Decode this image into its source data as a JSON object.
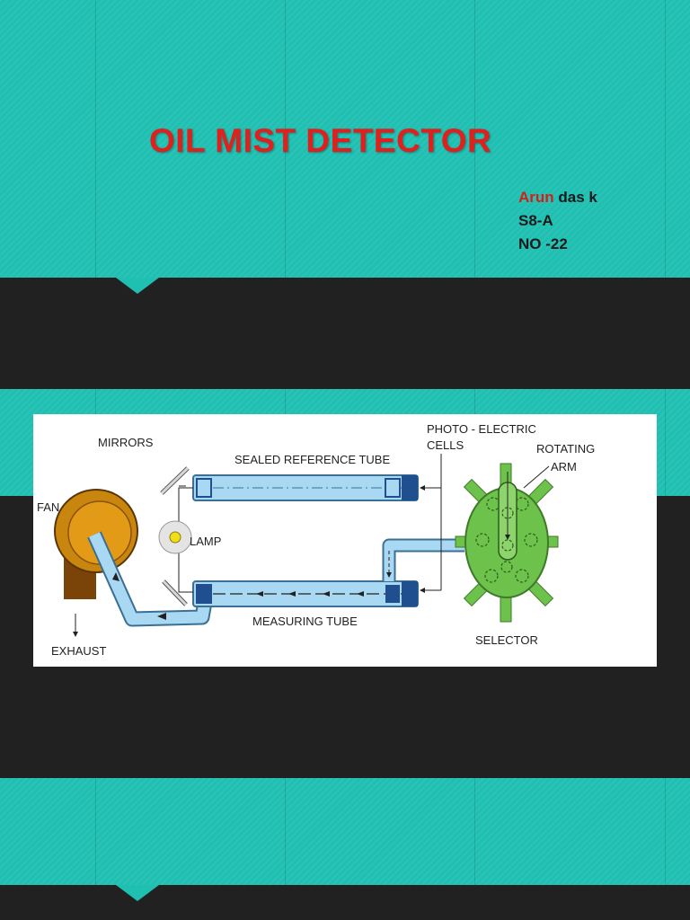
{
  "slide": {
    "title": "OIL MIST DETECTOR",
    "author": {
      "name_highlight": "Arun",
      "name_rest": "das k",
      "class": "S8-A",
      "number": "NO -22"
    }
  },
  "diagram": {
    "labels": {
      "mirrors": "MIRRORS",
      "sealed_reference_tube": "SEALED REFERENCE TUBE",
      "photo_electric_line1": "PHOTO - ELECTRIC",
      "photo_electric_line2": "CELLS",
      "rotating_line1": "ROTATING",
      "rotating_line2": "ARM",
      "fan": "FAN",
      "lamp": "LAMP",
      "measuring_tube": "MEASURING TUBE",
      "exhaust": "EXHAUST",
      "selector": "SELECTOR"
    },
    "colors": {
      "tube": "#a9d8f3",
      "tube_stroke": "#3b6f93",
      "cell": "#1f4f8f",
      "selector": "#6cc24a",
      "fan": "#c8860e",
      "fan_base": "#7a4408",
      "teal": "#1fbfb2",
      "title_red": "#e0201c"
    }
  }
}
